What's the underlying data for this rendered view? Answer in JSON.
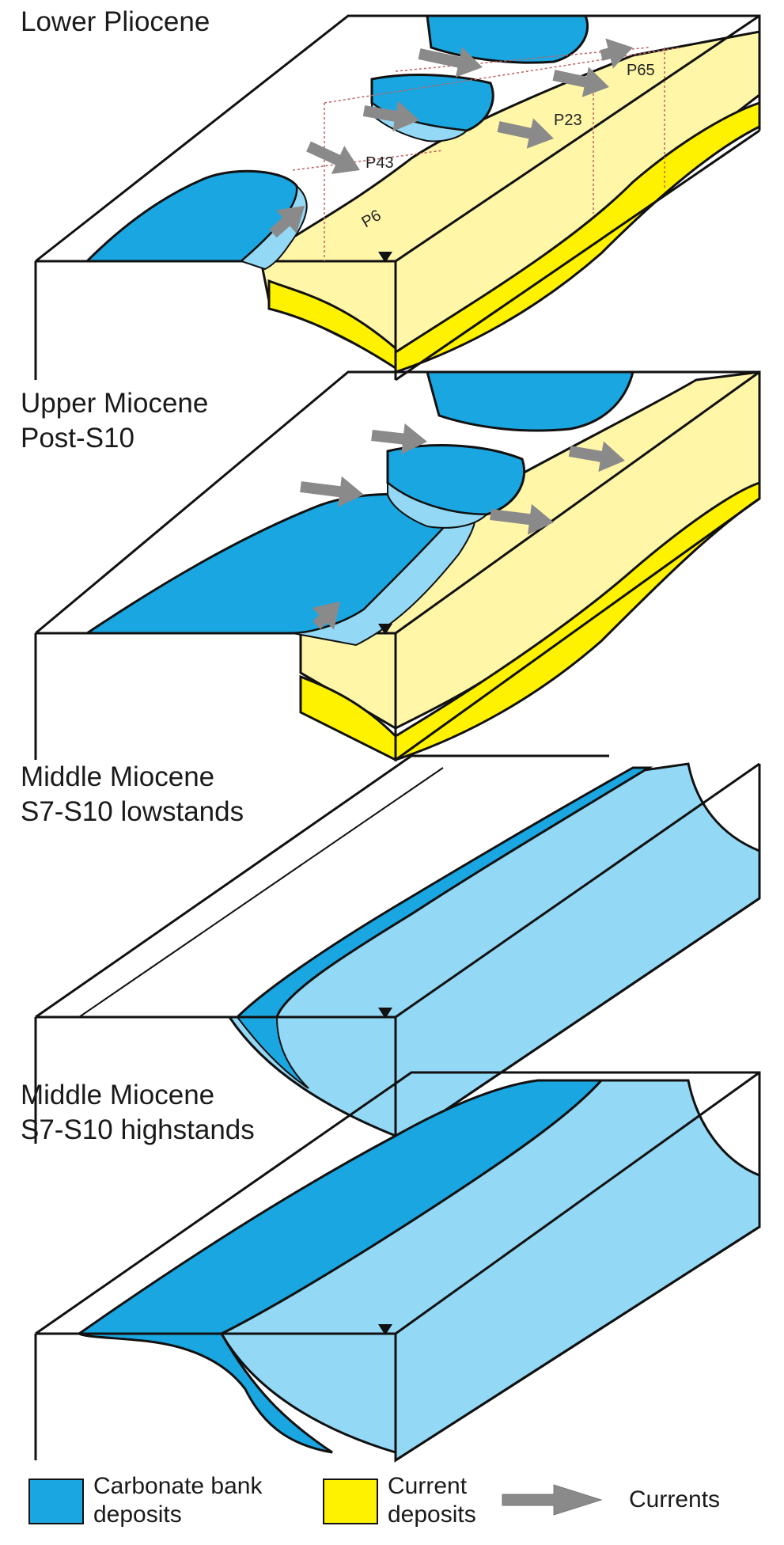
{
  "panels": [
    {
      "id": "lower-pliocene",
      "title_lines": [
        "Lower Pliocene"
      ],
      "core_labels": [
        "P65",
        "P23",
        "P43",
        "P6"
      ]
    },
    {
      "id": "upper-miocene-post-s10",
      "title_lines": [
        "Upper Miocene",
        "Post-S10"
      ]
    },
    {
      "id": "middle-miocene-lowstands",
      "title_lines": [
        "Middle Miocene",
        "S7-S10 lowstands"
      ]
    },
    {
      "id": "middle-miocene-highstands",
      "title_lines": [
        "Middle Miocene",
        "S7-S10 highstands"
      ]
    }
  ],
  "legend": {
    "carbonate": {
      "line1": "Carbonate bank",
      "line2": "deposits",
      "color": "#1aa6e0"
    },
    "current": {
      "line1": "Current",
      "line2": "deposits",
      "color": "#fff200"
    },
    "currents": {
      "label": "Currents",
      "color": "#8a8a8a"
    }
  },
  "colors": {
    "carbonate": "#1aa6e0",
    "carbonate_light": "#93d8f5",
    "current_deposit": "#fff200",
    "current_light": "#fff6a8",
    "outline": "#111111",
    "arrow": "#8a8a8a"
  }
}
